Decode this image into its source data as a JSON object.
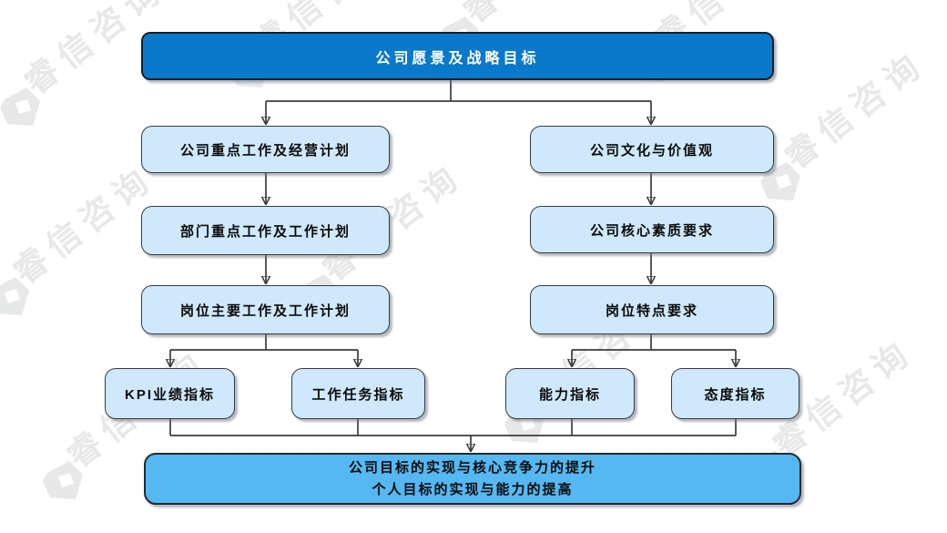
{
  "diagram": {
    "title": "公司愿景及战略目标",
    "left_chain": [
      "公司重点工作及经营计划",
      "部门重点工作及工作计划",
      "岗位主要工作及工作计划"
    ],
    "left_leaves": [
      "KPI业绩指标",
      "工作任务指标"
    ],
    "right_chain": [
      "公司文化与价值观",
      "公司核心素质要求",
      "岗位特点要求"
    ],
    "right_leaves": [
      "能力指标",
      "态度指标"
    ],
    "result_line1": "公司目标的实现与核心竞争力的提升",
    "result_line2": "个人目标的实现与能力的提高"
  },
  "watermark": {
    "text": "睿信咨询"
  },
  "colors": {
    "root_fill": "#0a79c9",
    "light_fill": "#cfe8fb",
    "result_fill": "#55b8f2",
    "line": "#3c3c3c"
  }
}
